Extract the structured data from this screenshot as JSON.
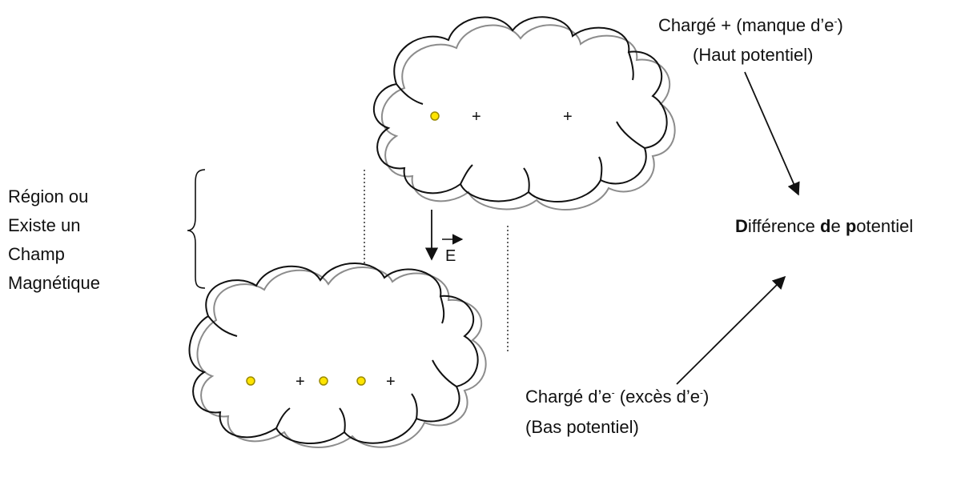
{
  "labels": {
    "top_charge": {
      "pre": "Chargé + (manque d’e",
      "sup": "-",
      "post": ")"
    },
    "top_potential": "(Haut potentiel)",
    "region": [
      "Région ou",
      "Existe un",
      "Champ",
      "Magnétique"
    ],
    "difference": {
      "D": "D",
      "t1": "ifférence ",
      "d": "d",
      "t2": "e ",
      "p": "p",
      "t3": "otentiel"
    },
    "bottom_charge": {
      "a": "Chargé d’e",
      "s1": "-",
      "b": " (excès d’e",
      "s2": "-",
      "c": ")"
    },
    "bottom_potential": "(Bas potentiel)",
    "field_symbol": "E",
    "plus": "+"
  },
  "colors": {
    "stroke": "#111111",
    "shadow_cloud": "#8c8c8c",
    "electron_fill": "#ffe400",
    "electron_stroke": "#9a8a00"
  }
}
